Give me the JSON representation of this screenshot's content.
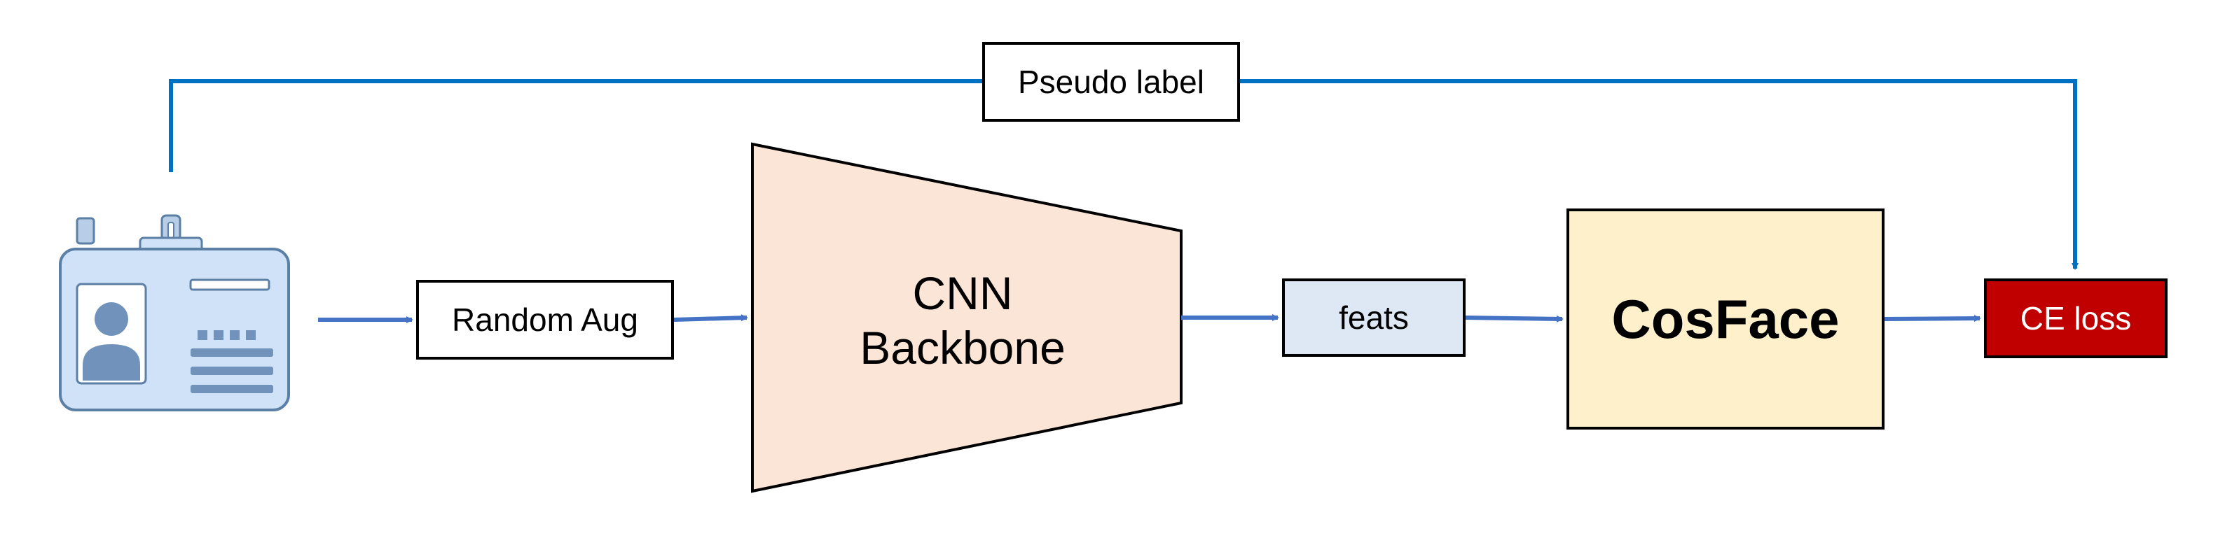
{
  "diagram": {
    "nodes": {
      "id_card": {
        "icon": "id-card-icon"
      },
      "random_aug": {
        "label": "Random Aug"
      },
      "cnn_backbone": {
        "label_line1": "CNN",
        "label_line2": "Backbone"
      },
      "feats": {
        "label": "feats"
      },
      "cosface": {
        "label": "CosFace"
      },
      "ce_loss": {
        "label": "CE loss"
      },
      "pseudo_label": {
        "label": "Pseudo label"
      }
    },
    "edges": [
      {
        "from": "id_card",
        "to": "random_aug"
      },
      {
        "from": "random_aug",
        "to": "cnn_backbone"
      },
      {
        "from": "cnn_backbone",
        "to": "feats"
      },
      {
        "from": "feats",
        "to": "cosface"
      },
      {
        "from": "cosface",
        "to": "ce_loss"
      },
      {
        "from": "id_card",
        "to": "ce_loss",
        "via": "pseudo_label"
      }
    ],
    "colors": {
      "arrow": "#4472c4",
      "pseudo_path": "#0070c0",
      "backbone_fill": "#fbe5d6",
      "feats_fill": "#dde8f4",
      "cosface_fill": "#fdf0cb",
      "loss_fill": "#c00000",
      "card_fill": "#cfe2f7",
      "card_stroke": "#5c7fa6"
    }
  }
}
